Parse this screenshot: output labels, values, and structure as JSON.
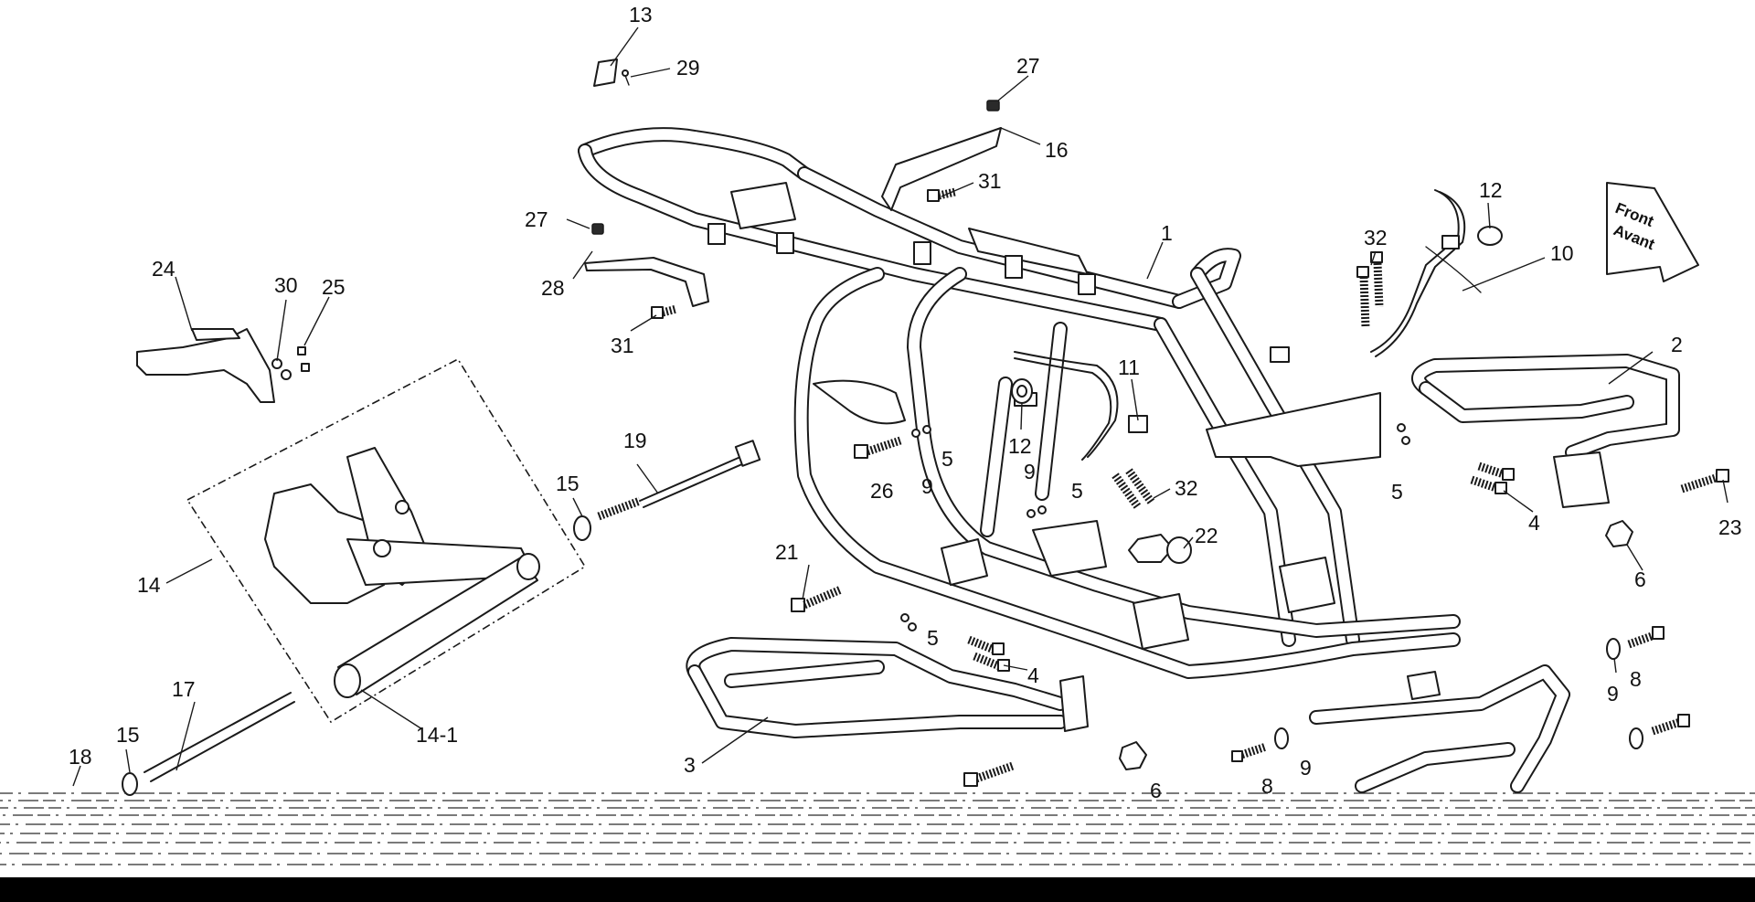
{
  "diagram": {
    "callouts": [
      {
        "id": "c13",
        "label": "13"
      },
      {
        "id": "c29",
        "label": "29"
      },
      {
        "id": "c27a",
        "label": "27"
      },
      {
        "id": "c16",
        "label": "16"
      },
      {
        "id": "c31a",
        "label": "31"
      },
      {
        "id": "c27b",
        "label": "27"
      },
      {
        "id": "c28",
        "label": "28"
      },
      {
        "id": "c31b",
        "label": "31"
      },
      {
        "id": "c24",
        "label": "24"
      },
      {
        "id": "c30",
        "label": "30"
      },
      {
        "id": "c25",
        "label": "25"
      },
      {
        "id": "c1",
        "label": "1"
      },
      {
        "id": "c32a",
        "label": "32"
      },
      {
        "id": "c12a",
        "label": "12"
      },
      {
        "id": "c10",
        "label": "10"
      },
      {
        "id": "c2",
        "label": "2"
      },
      {
        "id": "c11",
        "label": "11"
      },
      {
        "id": "c12b",
        "label": "12"
      },
      {
        "id": "c19",
        "label": "19"
      },
      {
        "id": "c15a",
        "label": "15"
      },
      {
        "id": "c26",
        "label": "26"
      },
      {
        "id": "c9a",
        "label": "9"
      },
      {
        "id": "c5a",
        "label": "5"
      },
      {
        "id": "c9b",
        "label": "9"
      },
      {
        "id": "c5b",
        "label": "5"
      },
      {
        "id": "c32b",
        "label": "32"
      },
      {
        "id": "c5c",
        "label": "5"
      },
      {
        "id": "c4a",
        "label": "4"
      },
      {
        "id": "c23",
        "label": "23"
      },
      {
        "id": "c14",
        "label": "14"
      },
      {
        "id": "c22",
        "label": "22"
      },
      {
        "id": "c21",
        "label": "21"
      },
      {
        "id": "c6a",
        "label": "6"
      },
      {
        "id": "c5d",
        "label": "5"
      },
      {
        "id": "c4b",
        "label": "4"
      },
      {
        "id": "c8a",
        "label": "8"
      },
      {
        "id": "c9c",
        "label": "9"
      },
      {
        "id": "c17",
        "label": "17"
      },
      {
        "id": "c14_1",
        "label": "14-1"
      },
      {
        "id": "c3",
        "label": "3"
      },
      {
        "id": "c18",
        "label": "18"
      },
      {
        "id": "c15b",
        "label": "15"
      },
      {
        "id": "c9d",
        "label": "9"
      },
      {
        "id": "c8b",
        "label": "8"
      },
      {
        "id": "c6b",
        "label": "6"
      }
    ],
    "front_indicator": {
      "line1": "Front",
      "line2": "Avant"
    }
  }
}
